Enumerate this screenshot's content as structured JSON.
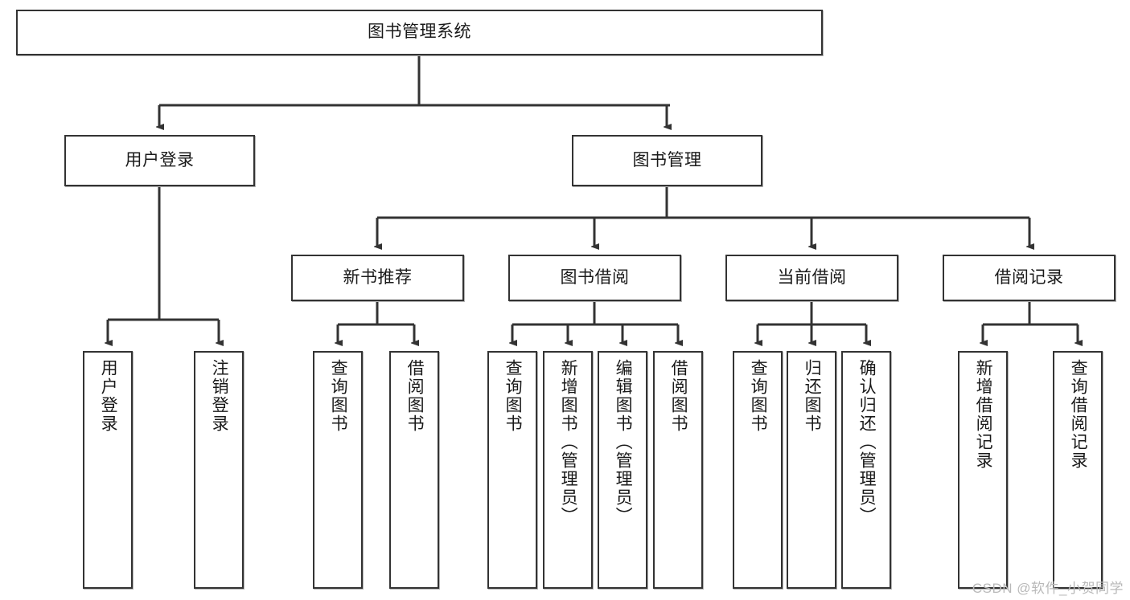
{
  "diagram": {
    "type": "tree-hierarchy",
    "title": "图书管理系统",
    "line_color": "#333333",
    "box_border_color": "#333333",
    "box_fill_color": "#ffffff",
    "text_color": "#1a1a1a",
    "watermark": "CSDN @软件_小贺同学",
    "nodes": {
      "root": {
        "label": "图书管理系统"
      },
      "level1": [
        {
          "id": "user-login",
          "label": "用户登录"
        },
        {
          "id": "book-manage",
          "label": "图书管理"
        }
      ],
      "level2": [
        {
          "id": "new-book-recommend",
          "label": "新书推荐",
          "parent": "book-manage"
        },
        {
          "id": "book-borrow",
          "label": "图书借阅",
          "parent": "book-manage"
        },
        {
          "id": "current-borrow",
          "label": "当前借阅",
          "parent": "book-manage"
        },
        {
          "id": "borrow-record",
          "label": "借阅记录",
          "parent": "book-manage"
        }
      ],
      "leaves": {
        "user-login": [
          {
            "id": "leaf-user-login",
            "label": "用户登录"
          },
          {
            "id": "leaf-user-logout",
            "label": "注销登录"
          }
        ],
        "new-book-recommend": [
          {
            "id": "leaf-query-book-1",
            "label": "查询图书"
          },
          {
            "id": "leaf-borrow-book-1",
            "label": "借阅图书"
          }
        ],
        "book-borrow": [
          {
            "id": "leaf-query-book-2",
            "label": "查询图书"
          },
          {
            "id": "leaf-add-book",
            "label": "新增图书（管理员）"
          },
          {
            "id": "leaf-edit-book",
            "label": "编辑图书（管理员）"
          },
          {
            "id": "leaf-borrow-book-2",
            "label": "借阅图书"
          }
        ],
        "current-borrow": [
          {
            "id": "leaf-query-book-3",
            "label": "查询图书"
          },
          {
            "id": "leaf-return-book",
            "label": "归还图书"
          },
          {
            "id": "leaf-confirm-return",
            "label": "确认归还（管理员）"
          }
        ],
        "borrow-record": [
          {
            "id": "leaf-add-record",
            "label": "新增借阅记录"
          },
          {
            "id": "leaf-query-record",
            "label": "查询借阅记录"
          }
        ]
      }
    }
  }
}
